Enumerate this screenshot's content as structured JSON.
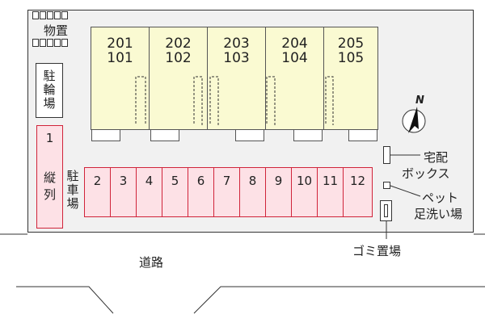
{
  "storage_label": "物置",
  "bike_parking_label": [
    "駐",
    "輪",
    "場"
  ],
  "parking_label": [
    "駐",
    "車",
    "場"
  ],
  "units": [
    {
      "upper": "201",
      "lower": "101"
    },
    {
      "upper": "202",
      "lower": "102"
    },
    {
      "upper": "203",
      "lower": "103"
    },
    {
      "upper": "204",
      "lower": "104"
    },
    {
      "upper": "205",
      "lower": "105"
    }
  ],
  "tandem_space": {
    "number": "1",
    "note": [
      "縦",
      "列"
    ]
  },
  "parking_spaces": [
    "2",
    "3",
    "4",
    "5",
    "6",
    "7",
    "8",
    "9",
    "10",
    "11",
    "12"
  ],
  "delivery_box_label": [
    "宅配",
    "ボックス"
  ],
  "pet_wash_label": [
    "ペット",
    "足洗い場"
  ],
  "garbage_label": "ゴミ置場",
  "road_label": "道路",
  "compass_label": "N",
  "colors": {
    "building": "#fafad2",
    "parking": "#fde1e6",
    "parking_border": "#d0243a",
    "lot": "#f1f1f1"
  }
}
